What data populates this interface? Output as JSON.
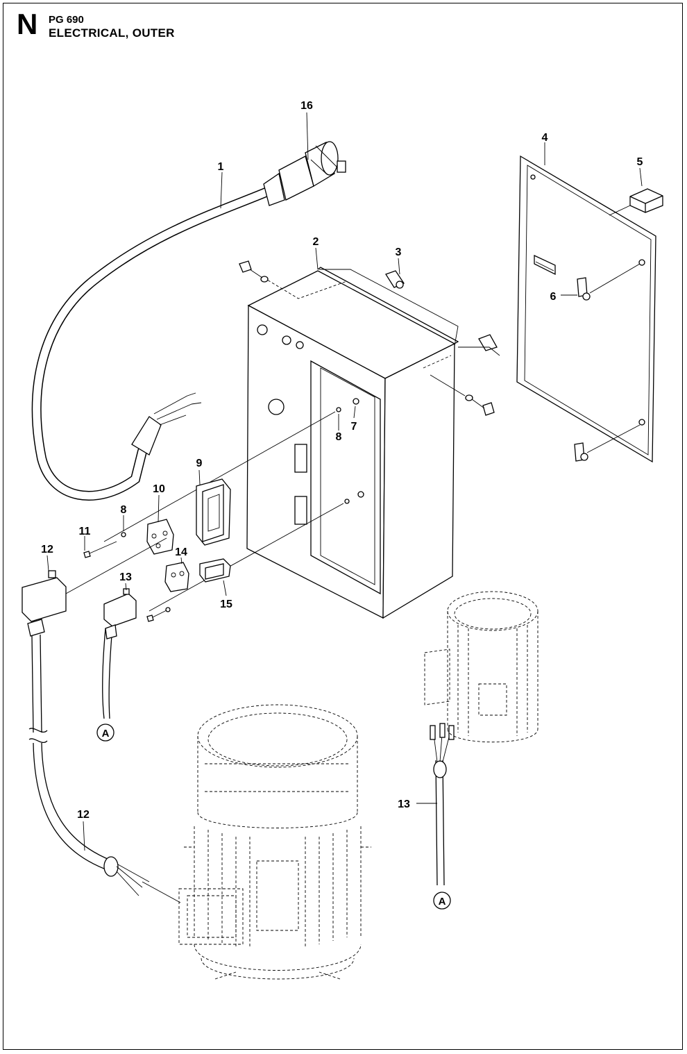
{
  "header": {
    "section_letter": "N",
    "model": "PG 690",
    "title": "ELECTRICAL, OUTER"
  },
  "callouts": {
    "c1": "1",
    "c2": "2",
    "c3": "3",
    "c4": "4",
    "c5": "5",
    "c6": "6",
    "c7": "7",
    "c8a": "8",
    "c8b": "8",
    "c9": "9",
    "c10": "10",
    "c11": "11",
    "c12a": "12",
    "c12b": "12",
    "c13a": "13",
    "c13b": "13",
    "c14": "14",
    "c15": "15",
    "c16": "16"
  },
  "references": {
    "ref_a1": "A",
    "ref_a2": "A"
  }
}
